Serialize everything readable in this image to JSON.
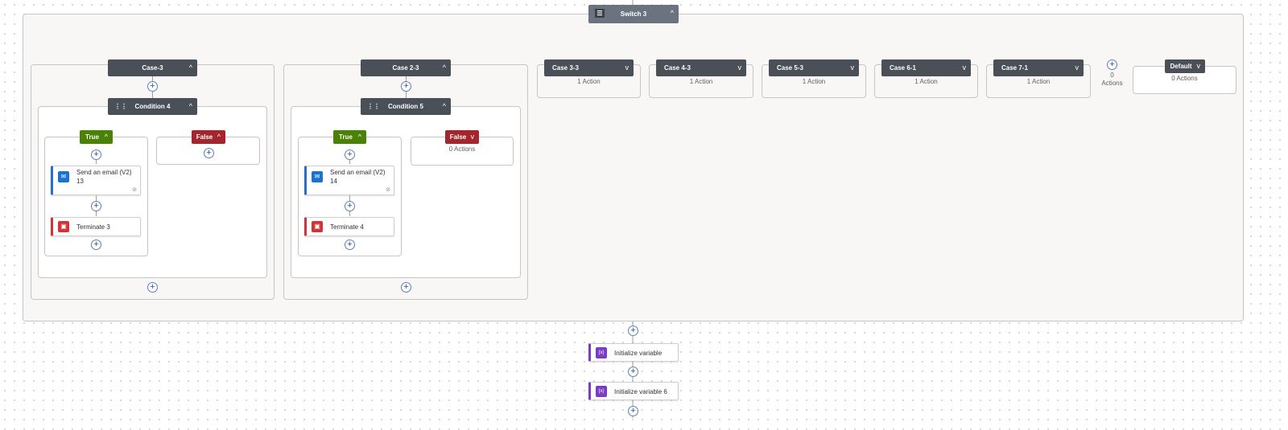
{
  "switch": {
    "title": "Switch 3",
    "chevron": "^"
  },
  "cases": [
    {
      "label": "Case-3",
      "chevron": "^"
    },
    {
      "label": "Case 2-3",
      "chevron": "^"
    },
    {
      "label": "Case 3-3",
      "chevron": "v",
      "actions": "1 Action"
    },
    {
      "label": "Case 4-3",
      "chevron": "v",
      "actions": "1 Action"
    },
    {
      "label": "Case 5-3",
      "chevron": "v",
      "actions": "1 Action"
    },
    {
      "label": "Case 6-1",
      "chevron": "v",
      "actions": "1 Action"
    },
    {
      "label": "Case 7-1",
      "chevron": "v",
      "actions": "1 Action"
    }
  ],
  "add_case": {
    "count": "0",
    "label": "Actions"
  },
  "default_case": {
    "label": "Default",
    "chevron": "v",
    "actions": "0 Actions"
  },
  "condition_a": {
    "title": "Condition 4",
    "chevron": "^",
    "true_label": "True",
    "true_chevron": "^",
    "false_label": "False",
    "false_chevron": "^",
    "email_title": "Send an email (V2)",
    "email_sub": "13",
    "terminate": "Terminate 3"
  },
  "condition_b": {
    "title": "Condition 5",
    "chevron": "^",
    "true_label": "True",
    "true_chevron": "^",
    "false_label": "False",
    "false_chevron": "v",
    "false_actions": "0 Actions",
    "email_title": "Send an email (V2)",
    "email_sub": "14",
    "terminate": "Terminate 4"
  },
  "after": {
    "init1": "Initialize variable",
    "init2": "Initialize variable 6",
    "var_icon": "{x}"
  },
  "glyphs": {
    "plus": "+",
    "link": "⊘",
    "terminate": "▣",
    "condition": "⋮⋮",
    "switch": "☰"
  },
  "colors": {
    "header": "#4a4f58",
    "true": "#498205",
    "false": "#a4262c",
    "email_accent": "#2b6cd4",
    "terminate_accent": "#d13438",
    "variable_accent": "#7a3cc2"
  }
}
